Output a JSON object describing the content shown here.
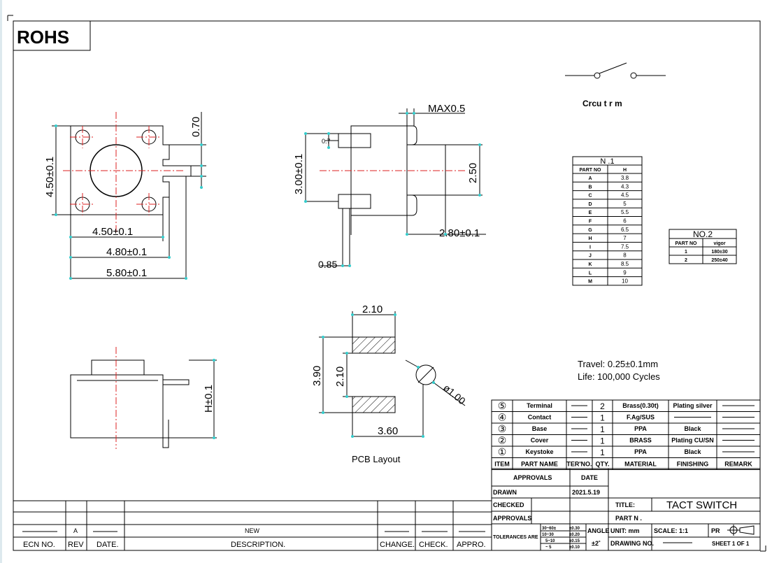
{
  "header": {
    "compliance_label": "ROHS"
  },
  "dimensions": {
    "max_height_note": "MAX0.5",
    "lead_offset": "0.70",
    "body_side_height": "4.50±0.1",
    "body_width": "4.50±0.1",
    "body_width_mid": "4.80±0.1",
    "body_width_lead": "5.80±0.1",
    "lead_pitch": "3.00±0.1",
    "lead_tab": "0.7",
    "stem_dia": "2.50",
    "stem_length": "2.80±0.1",
    "lead_thickness": "0.85",
    "height_label": "H±0.1"
  },
  "circuit": {
    "label": "Crcu t  r m"
  },
  "pcb_layout": {
    "pad_width": "2.10",
    "pad_span": "3.90",
    "pad_gap": "2.10",
    "pad_pitch": "3.60",
    "hole_dia": "ø1.00",
    "caption": "PCB Layout"
  },
  "table_no1": {
    "title": "N .1",
    "headers": [
      "PART NO",
      "H"
    ],
    "rows": [
      [
        "A",
        "3.8"
      ],
      [
        "B",
        "4.3"
      ],
      [
        "C",
        "4.5"
      ],
      [
        "D",
        "5"
      ],
      [
        "E",
        "5.5"
      ],
      [
        "F",
        "6"
      ],
      [
        "G",
        "6.5"
      ],
      [
        "H",
        "7"
      ],
      [
        "I",
        "7.5"
      ],
      [
        "J",
        "8"
      ],
      [
        "K",
        "8.5"
      ],
      [
        "L",
        "9"
      ],
      [
        "M",
        "10"
      ]
    ]
  },
  "table_no2": {
    "title": "NO.2",
    "headers": [
      "PART NO",
      "vigor"
    ],
    "rows": [
      [
        "1",
        "180±30"
      ],
      [
        "2",
        "250±40"
      ]
    ]
  },
  "specs": {
    "travel": "Travel: 0.25±0.1mm",
    "life": "Life: 100,000 Cycles"
  },
  "bom": {
    "headers": [
      "ITEM",
      "PART NAME",
      "TER'NO.",
      "QTY.",
      "MATERIAL",
      "FINISHING",
      "REMARK"
    ],
    "rows": [
      {
        "item": "⑤",
        "name": "Terminal",
        "qty": "2",
        "material": "Brass(0.30t)",
        "finish": "Plating silver"
      },
      {
        "item": "④",
        "name": "Contact",
        "qty": "1",
        "material": "F.Ag/SUS",
        "finish": ""
      },
      {
        "item": "③",
        "name": "Base",
        "qty": "1",
        "material": "PPA",
        "finish": "Black"
      },
      {
        "item": "②",
        "name": "Cover",
        "qty": "1",
        "material": "BRASS",
        "finish": "Plating CU/SN"
      },
      {
        "item": "①",
        "name": "Keystoke",
        "qty": "1",
        "material": "PPA",
        "finish": "Black"
      }
    ]
  },
  "title_block": {
    "approvals_header": "APPROVALS",
    "date_header": "DATE",
    "drawn": "DRAWN",
    "drawn_date": "2021.5.19",
    "checked": "CHECKED",
    "approvals": "APPROVALS",
    "title_label": "TITLE:",
    "title_value": "TACT  SWITCH",
    "part_no_label": "PART N .",
    "tolerances_label": "TOLERANCES ARE",
    "tol_ranges": [
      "30~60±",
      "10~30",
      "5~10",
      "~ 5"
    ],
    "tol_values": [
      "±0.30",
      "±0.20",
      "±0.15",
      "±0.10"
    ],
    "angle_label": "ANGLE",
    "angle_value": "±2˚",
    "unit": "UNIT:  mm",
    "scale": "SCALE:   1:1",
    "pr": "PR",
    "drawing_no_label": "DRAWING NO.",
    "sheet": "SHEET   1  OF  1"
  },
  "revision_block": {
    "rev": "A",
    "description": "NEW",
    "headers": [
      "ECN NO.",
      "REV",
      "DATE.",
      "DESCRIPTION.",
      "CHANGE.",
      "CHECK.",
      "APPRO."
    ]
  }
}
